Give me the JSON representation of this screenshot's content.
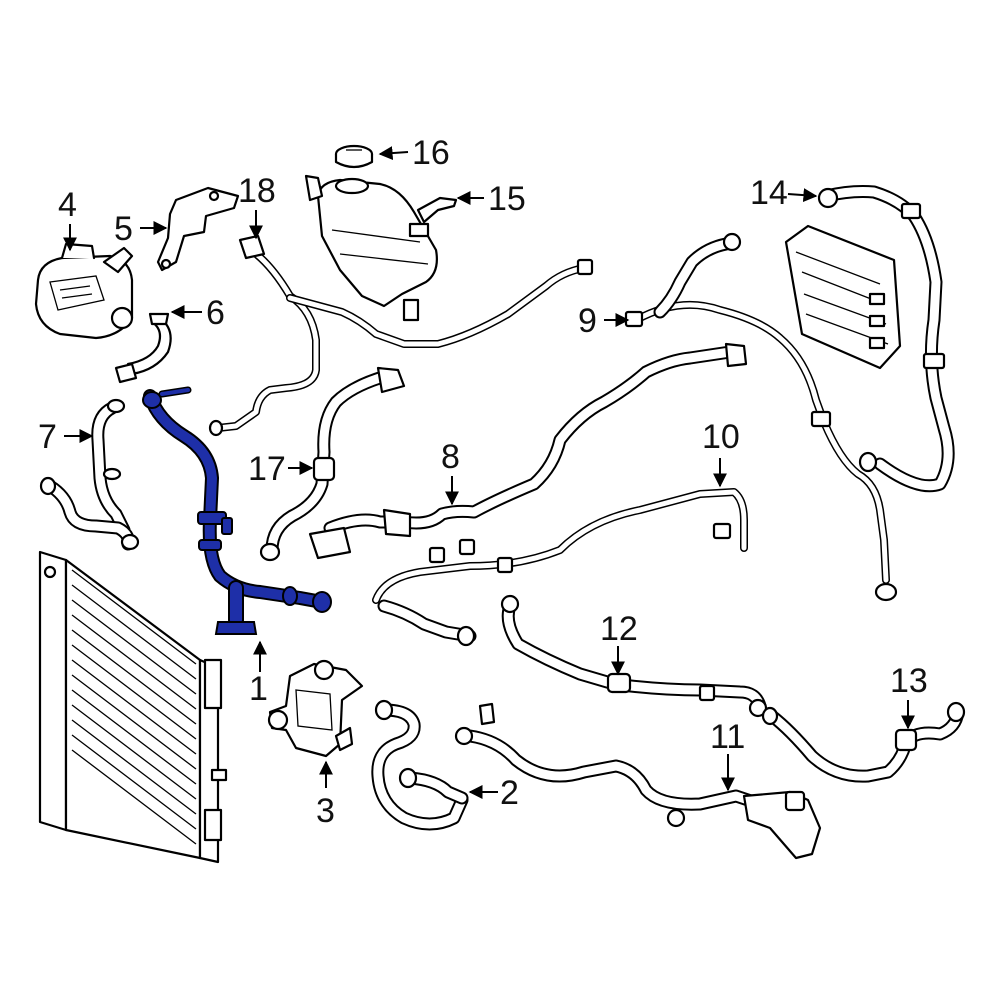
{
  "highlight_color": "#1e2fa8",
  "outline_color": "#000000",
  "background_color": "#ffffff",
  "callouts": [
    {
      "id": "1",
      "label": "1"
    },
    {
      "id": "2",
      "label": "2"
    },
    {
      "id": "3",
      "label": "3"
    },
    {
      "id": "4",
      "label": "4"
    },
    {
      "id": "5",
      "label": "5"
    },
    {
      "id": "6",
      "label": "6"
    },
    {
      "id": "7",
      "label": "7"
    },
    {
      "id": "8",
      "label": "8"
    },
    {
      "id": "9",
      "label": "9"
    },
    {
      "id": "10",
      "label": "10"
    },
    {
      "id": "11",
      "label": "11"
    },
    {
      "id": "12",
      "label": "12"
    },
    {
      "id": "13",
      "label": "13"
    },
    {
      "id": "14",
      "label": "14"
    },
    {
      "id": "15",
      "label": "15"
    },
    {
      "id": "16",
      "label": "16"
    },
    {
      "id": "17",
      "label": "17"
    },
    {
      "id": "18",
      "label": "18"
    }
  ],
  "highlighted_part": "1"
}
